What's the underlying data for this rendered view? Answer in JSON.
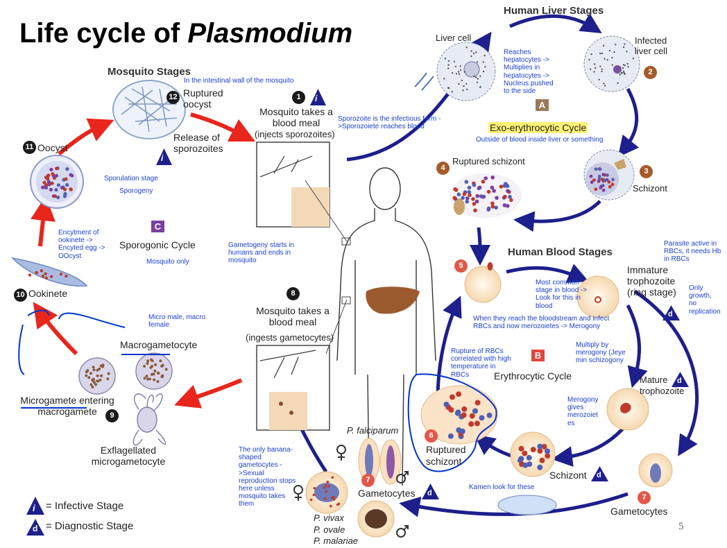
{
  "title": {
    "prefix": "Life cycle of ",
    "italic": "Plasmodium"
  },
  "sections": {
    "mosquito_stages": "Mosquito Stages",
    "human_liver_stages": "Human Liver Stages",
    "human_blood_stages": "Human Blood Stages"
  },
  "labels": {
    "ruptured_oocyst": "Ruptured oocyst",
    "release_sporozoites": "Release of sporozoites",
    "oocyst": "Oocyst",
    "mosquito_blood_meal_1": "Mosquito takes a blood meal",
    "injects_sporozoites": "(injects sporozoites)",
    "liver_cell": "Liver cell",
    "infected_liver_cell": "Infected liver cell",
    "exo_cycle": "Exo-erythrocytic Cycle",
    "ruptured_schizont_liver": "Ruptured schizont",
    "schizont_liver": "Schizont",
    "sporogonic_cycle": "Sporogonic Cycle",
    "ookinete": "Ookinete",
    "immature_trophozoite": "Immature trophozoite (ring stage)",
    "mosquito_blood_meal_8": "Mosquito takes a blood meal",
    "ingests_gametocytes": "(ingests gametocytes)",
    "macrogametocyte": "Macrogametocyte",
    "microgamete": "Microgamete entering macrogamete",
    "exflagellated": "Exflagellated microgametocyte",
    "erythrocytic_cycle": "Erythrocytic Cycle",
    "mature_trophozoite": "Mature trophozoite",
    "p_falciparum": "P. falciparum",
    "ruptured_schizont_blood": "Ruptured schizont",
    "schizont_blood": "Schizont",
    "gametocytes_left": "Gametocytes",
    "gametocytes_right": "Gametocytes",
    "p_vivax": "P. vivax",
    "p_ovale": "P. ovale",
    "p_malariae": "P. malariae",
    "legend_infective": "= Infective Stage",
    "legend_diagnostic": "= Diagnostic Stage"
  },
  "letters": {
    "a": "A",
    "b": "B",
    "c": "C",
    "i": "i",
    "d": "d"
  },
  "numbers": [
    "1",
    "2",
    "3",
    "4",
    "5",
    "6",
    "7",
    "8",
    "9",
    "10",
    "11",
    "12"
  ],
  "notes": {
    "intestinal_wall": "In the intestinal wall of the mosquito",
    "reaches_hepatocytes": "Reaches hepatocytes -> Multiplies in hepatocytes -> Nucleus pushed to the side",
    "sporozoite_infectious": "Sporozoite is the infectious form ->Sporozoiete reaches blood",
    "outside_blood": "Outside of blood inside liver or something",
    "sporulation_stage": "Sporulation stage",
    "sporogeny": "Sporogeny",
    "encytment": "Encytment of ookinete -> Encyted egg -> OOcyst",
    "mosquito_only": "Mosquito only",
    "gametogeny": "Gametogeny starts in humans and ends in mosquito",
    "parasite_active": "Parasite active in RBCs, it needs Hb in RBCs",
    "most_common": "Most common stage in blood -> Look for this in blood",
    "only_growth": "Only growth, no replication",
    "reach_bloodstream": "When they reach the bloodstream and infect RBCs and now merozoietes -> Merogony",
    "micro_macro": "Micro male, macro female",
    "multiply_merogony": "Multiply by merogony (Jeye min schizogony",
    "rupture_rbcs": "Rupture of RBCs correlated with high temperature in RBCs",
    "merogony_gives": "Merogony gives merozoiet es",
    "banana_shaped": "The only banana-shaped gametocytes ->Sexual reproduction stops here unless mosquito takes them",
    "kamen_look": "Kamen look for these"
  },
  "page_number": "5",
  "colors": {
    "arrow_blue": "#1d1f8c",
    "arrow_red": "#e8261c",
    "note_blue": "#1a3fd6",
    "rbc_fill": "#fbe0c0",
    "parasite": "#c0392b",
    "num_red": "#e1584a",
    "num_dark": "#1a1a1a",
    "num_brown": "#a55a2a",
    "letter_box": "#7b3fa0",
    "letter_box_b": "#e0473c",
    "highlight": "#fff275"
  }
}
